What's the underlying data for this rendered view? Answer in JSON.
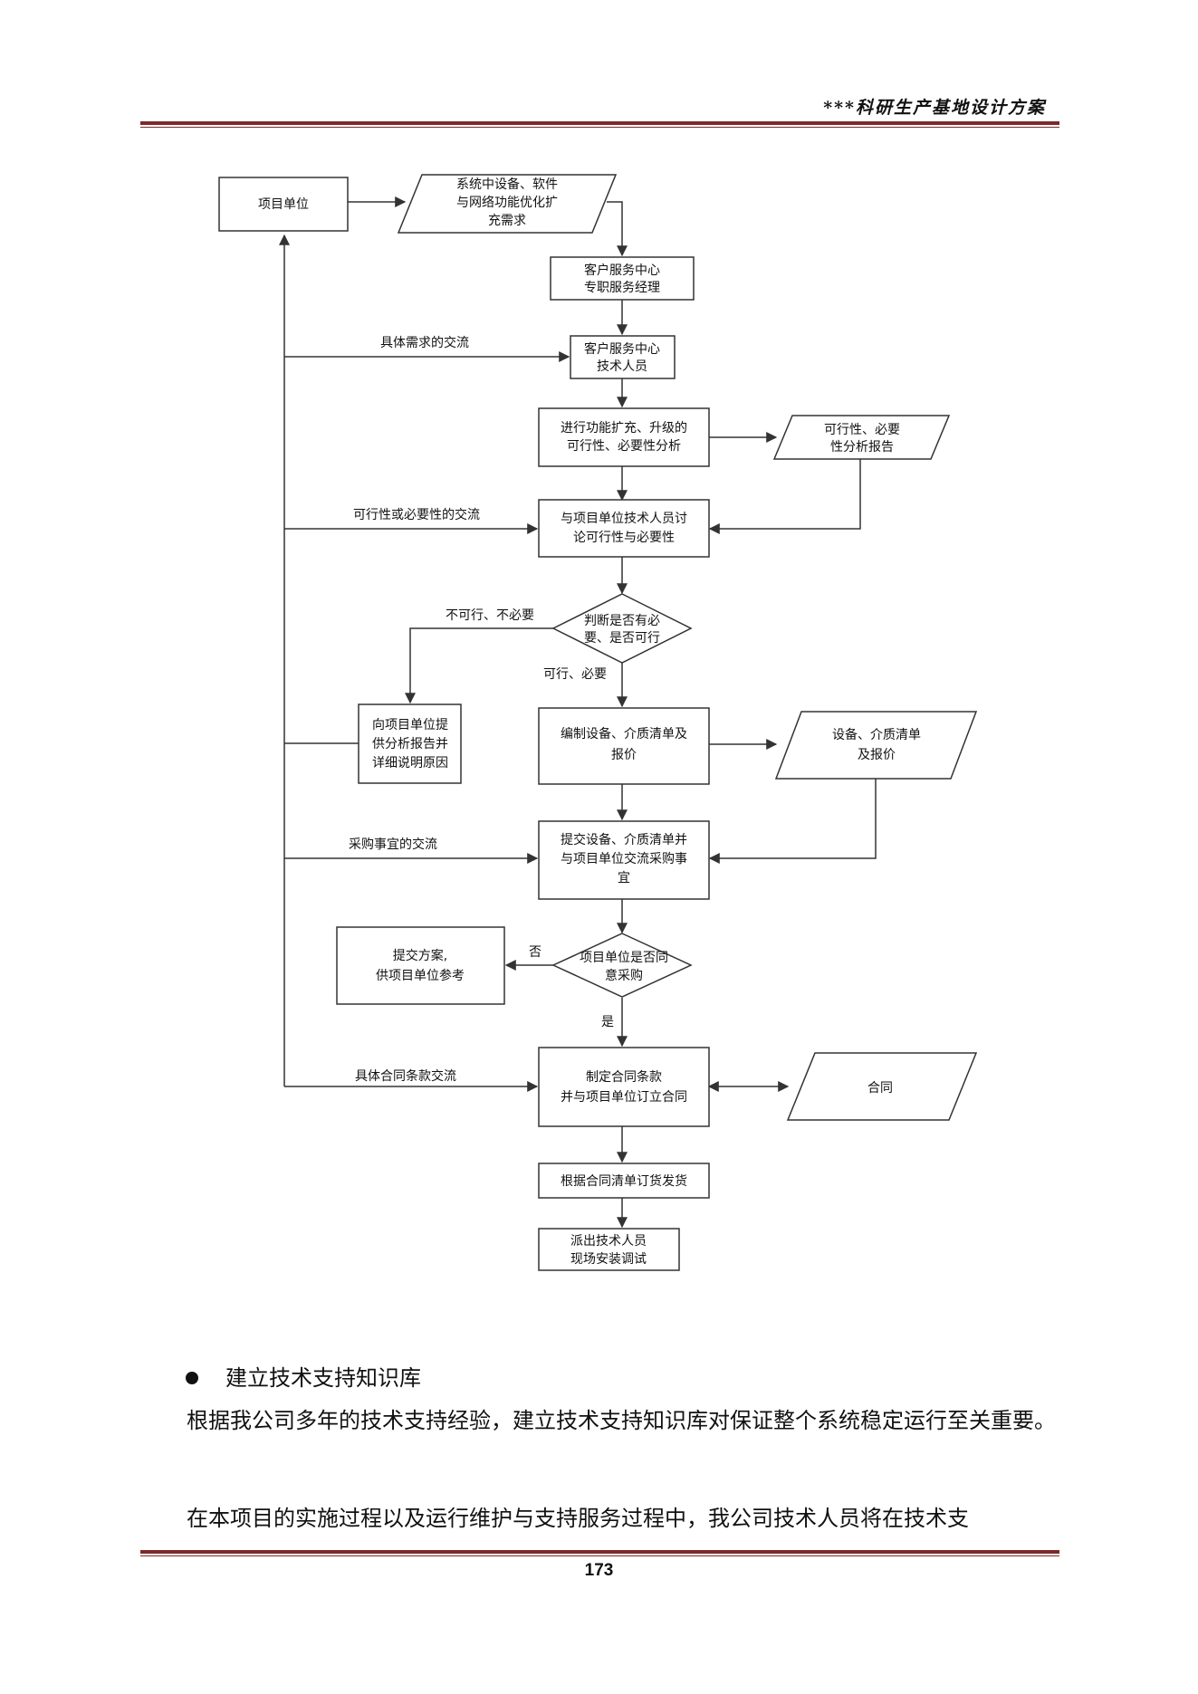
{
  "header": {
    "title": "***科研生产基地设计方案"
  },
  "flowchart": {
    "nodes": {
      "project_unit": "项目单位",
      "requirement": [
        "系统中设备、软件",
        "与网络功能优化扩",
        "充需求"
      ],
      "service_manager": [
        "客户服务中心",
        "专职服务经理"
      ],
      "tech_staff": [
        "客户服务中心",
        "技术人员"
      ],
      "analysis": [
        "进行功能扩充、升级的",
        "可行性、必要性分析"
      ],
      "analysis_report": [
        "可行性、必要",
        "性分析报告"
      ],
      "discuss": [
        "与项目单位技术人员讨",
        "论可行性与必要性"
      ],
      "decision1": [
        "判断是否有必",
        "要、是否可行"
      ],
      "explain": [
        "向项目单位提",
        "供分析报告并",
        "详细说明原因"
      ],
      "make_list": [
        "编制设备、介质清单及",
        "报价"
      ],
      "list_doc": [
        "设备、介质清单",
        "及报价"
      ],
      "submit_list": [
        "提交设备、介质清单并",
        "与项目单位交流采购事",
        "宜"
      ],
      "decision2": [
        "项目单位是否同",
        "意采购"
      ],
      "proposal": [
        "提交方案,",
        "供项目单位参考"
      ],
      "contract_terms": [
        "制定合同条款",
        "并与项目单位订立合同"
      ],
      "contract_doc": "合同",
      "order": "根据合同清单订货发货",
      "dispatch": [
        "派出技术人员",
        "现场安装调试"
      ]
    },
    "labels": {
      "specific_needs": "具体需求的交流",
      "feasibility_exchange": "可行性或必要性的交流",
      "not_feasible": "不可行、不必要",
      "feasible": "可行、必要",
      "procurement_exchange": "采购事宜的交流",
      "no": "否",
      "yes": "是",
      "contract_exchange": "具体合同条款交流"
    }
  },
  "section": {
    "heading": "建立技术支持知识库",
    "para1": "根据我公司多年的技术支持经验，建立技术支持知识库对保证整个系统稳定运行至关重要。",
    "para2": "在本项目的实施过程以及运行维护与支持服务过程中，我公司技术人员将在技术支"
  },
  "footer": {
    "page_number": "173"
  }
}
